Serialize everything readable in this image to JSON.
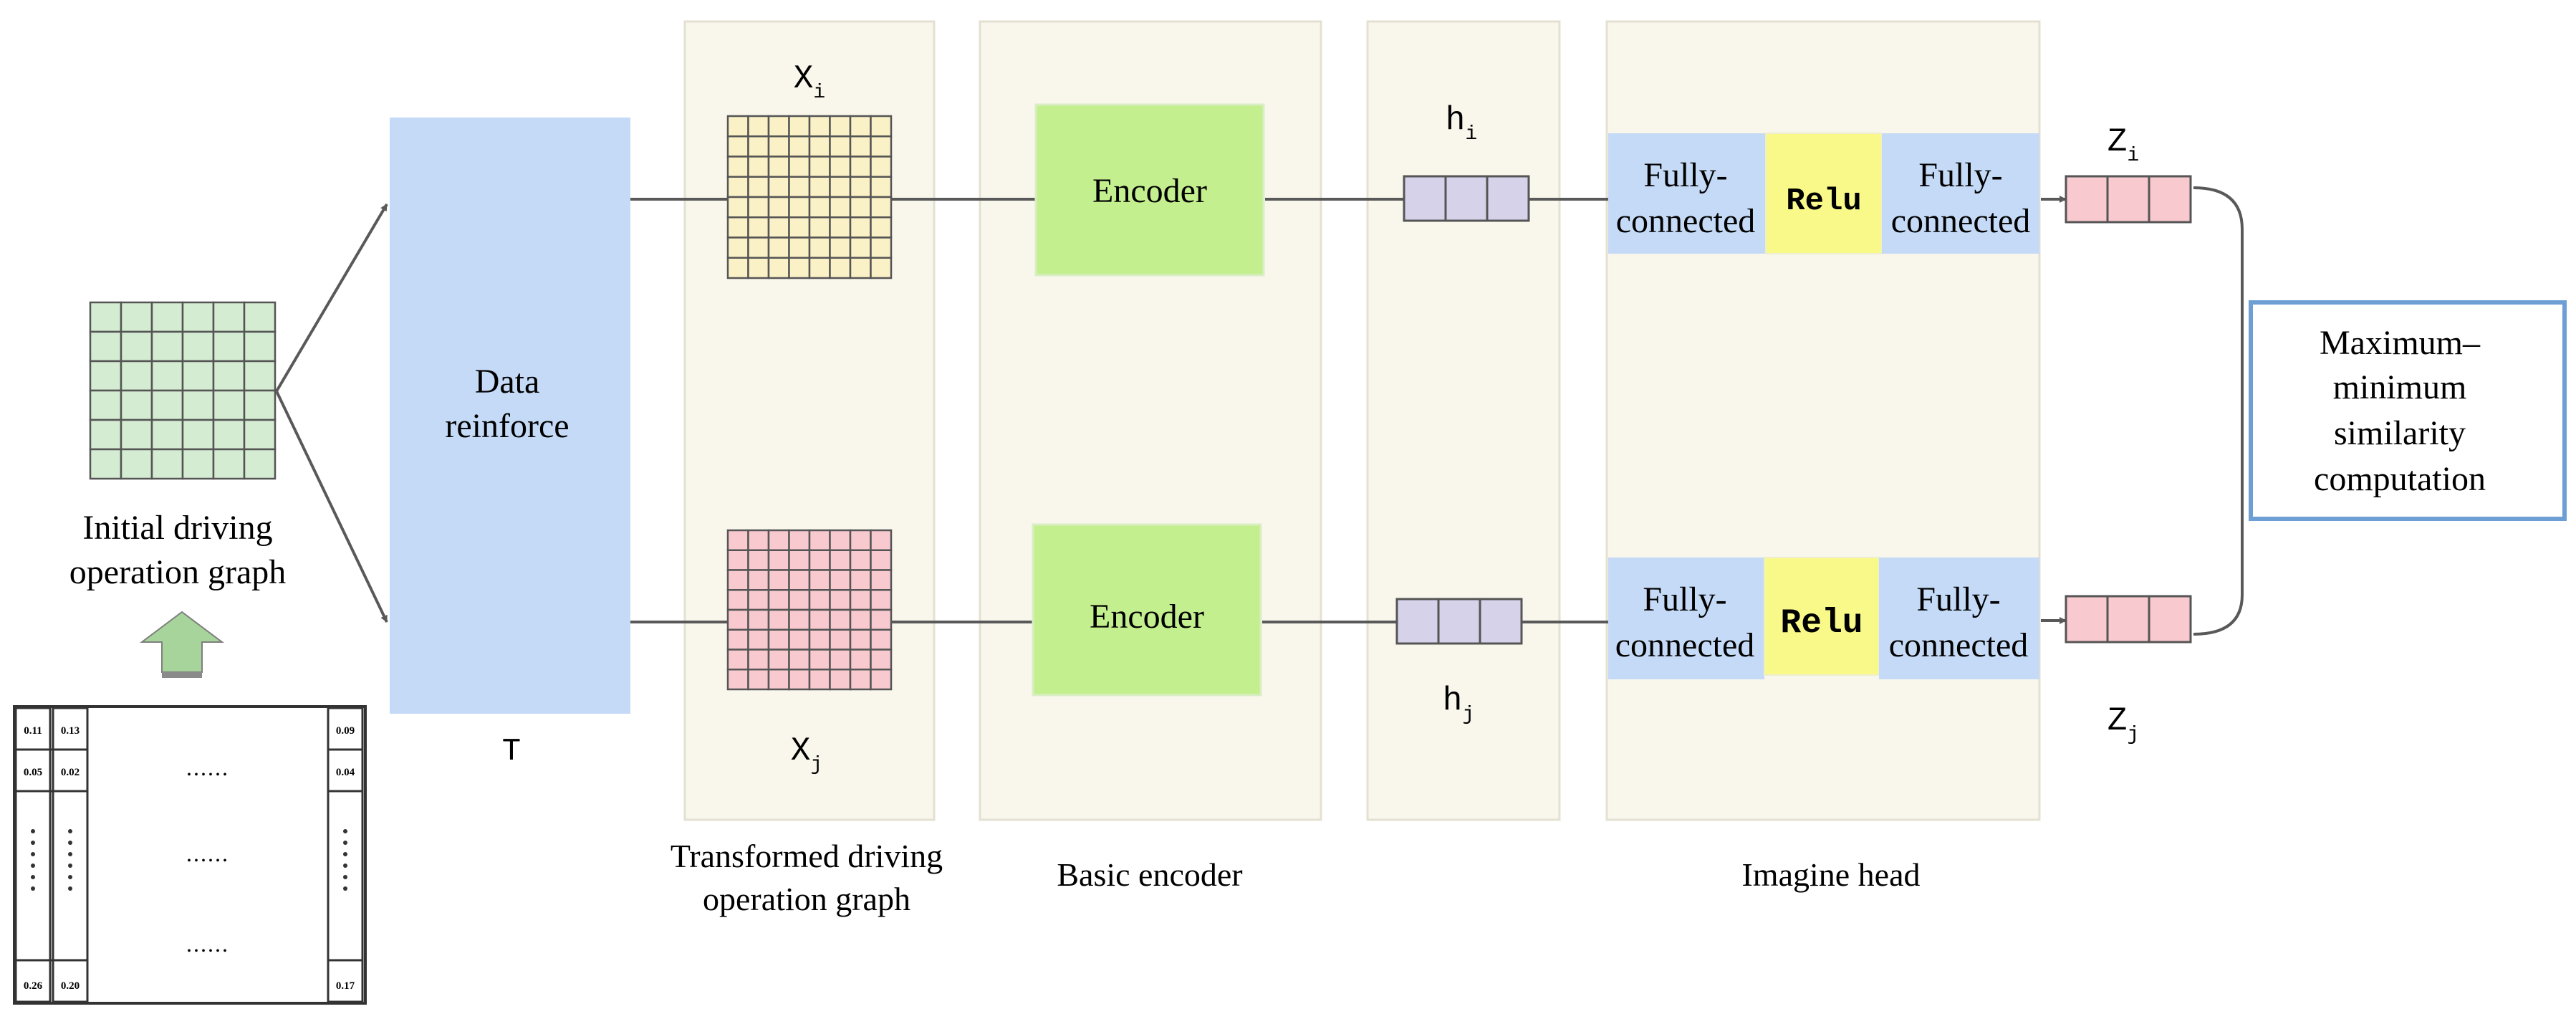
{
  "input": {
    "label_line1": "Initial driving",
    "label_line2": "operation graph",
    "matrix": {
      "col1": [
        "0.11",
        "0.05",
        "0.26"
      ],
      "col2": [
        "0.13",
        "0.02",
        "0.20"
      ],
      "col_last": [
        "0.09",
        "0.04",
        "0.17"
      ],
      "ellipsis": "......"
    }
  },
  "augment": {
    "label_line1": "Data",
    "label_line2": "reinforce",
    "symbol": "T"
  },
  "views": {
    "top_var": "X",
    "top_sub": "i",
    "bottom_var": "X",
    "bottom_sub": "j",
    "caption_line1": "Transformed driving",
    "caption_line2": "operation graph"
  },
  "encoder": {
    "top_label": "Encoder",
    "bottom_label": "Encoder",
    "caption": "Basic encoder"
  },
  "representations": {
    "top_var": "h",
    "top_sub": "i",
    "bottom_var": "h",
    "bottom_sub": "j"
  },
  "head": {
    "fc_line1": "Fully-",
    "fc_line2": "connected",
    "relu": "Relu",
    "caption": "Imagine head"
  },
  "outputs": {
    "top_var": "Z",
    "top_sub": "i",
    "bottom_var": "Z",
    "bottom_sub": "j"
  },
  "similarity": {
    "line1": "Maximum–",
    "line2": "minimum",
    "line3": "similarity",
    "line4": "computation"
  },
  "colors": {
    "panel_bg": "#f9f7ec",
    "panel_border": "#e4e1d2",
    "data_reinforce": "#c5daf6",
    "encoder": "#c4ef8f",
    "fc": "#c5daf6",
    "relu": "#f9f98a",
    "grid_green": "#d4ecd2",
    "grid_yellow": "#fbf1c6",
    "grid_pink": "#f8c9cf",
    "h_vector": "#d5d2ea",
    "z_vector": "#f8c9cf",
    "similarity_border": "#6d9fd5",
    "line": "#595959",
    "arrow_green": "#a6d49b"
  }
}
